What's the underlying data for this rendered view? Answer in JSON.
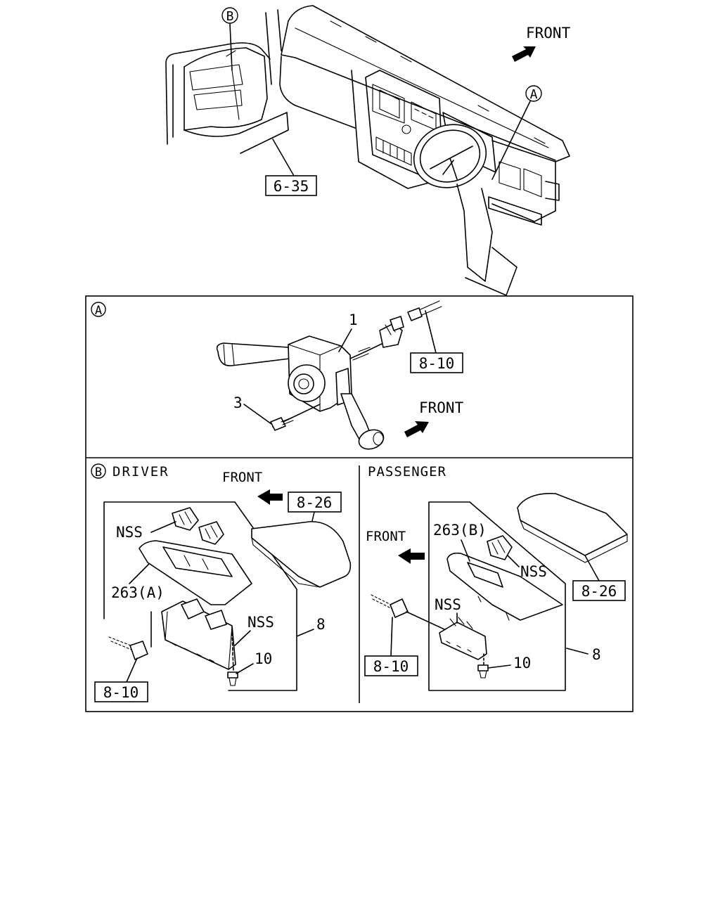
{
  "overview": {
    "callout_b": "B",
    "callout_a": "A",
    "front_label": "FRONT",
    "ref_dash": "6-35"
  },
  "panel_a": {
    "marker": "A",
    "part_1": "1",
    "part_3": "3",
    "ref_connector": "8-10",
    "front_label": "FRONT"
  },
  "panel_b_driver": {
    "marker": "B",
    "title": "DRIVER",
    "front_label": "FRONT",
    "ref_cover": "8-26",
    "nss_top": "NSS",
    "part_263a": "263(A)",
    "nss_bottom": "NSS",
    "part_8": "8",
    "part_10": "10",
    "ref_connector": "8-10"
  },
  "panel_b_passenger": {
    "title": "PASSENGER",
    "front_label": "FRONT",
    "part_263b": "263(B)",
    "nss_top": "NSS",
    "nss_bottom": "NSS",
    "ref_cover": "8-26",
    "part_8": "8",
    "part_10": "10",
    "ref_connector": "8-10"
  }
}
